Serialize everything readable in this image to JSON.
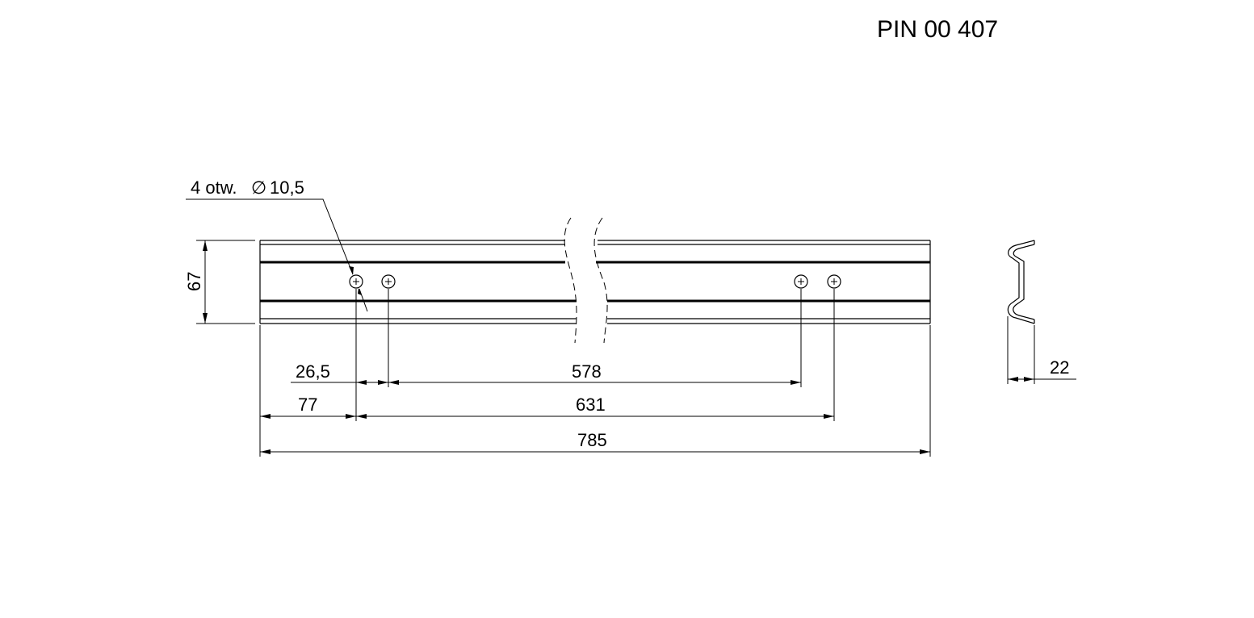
{
  "drawing_number": "PIN 00 407",
  "holes_note": {
    "prefix": "4 otw.",
    "diameter_symbol": "∅",
    "diameter": "10,5"
  },
  "dimensions": {
    "height": "67",
    "hole_pitch_small": "26,5",
    "hole_span_inner": "578",
    "edge_to_first_hole": "77",
    "hole_span_outer": "631",
    "total_length": "785",
    "profile_depth": "22"
  },
  "colors": {
    "line": "#000000",
    "background": "#ffffff"
  }
}
